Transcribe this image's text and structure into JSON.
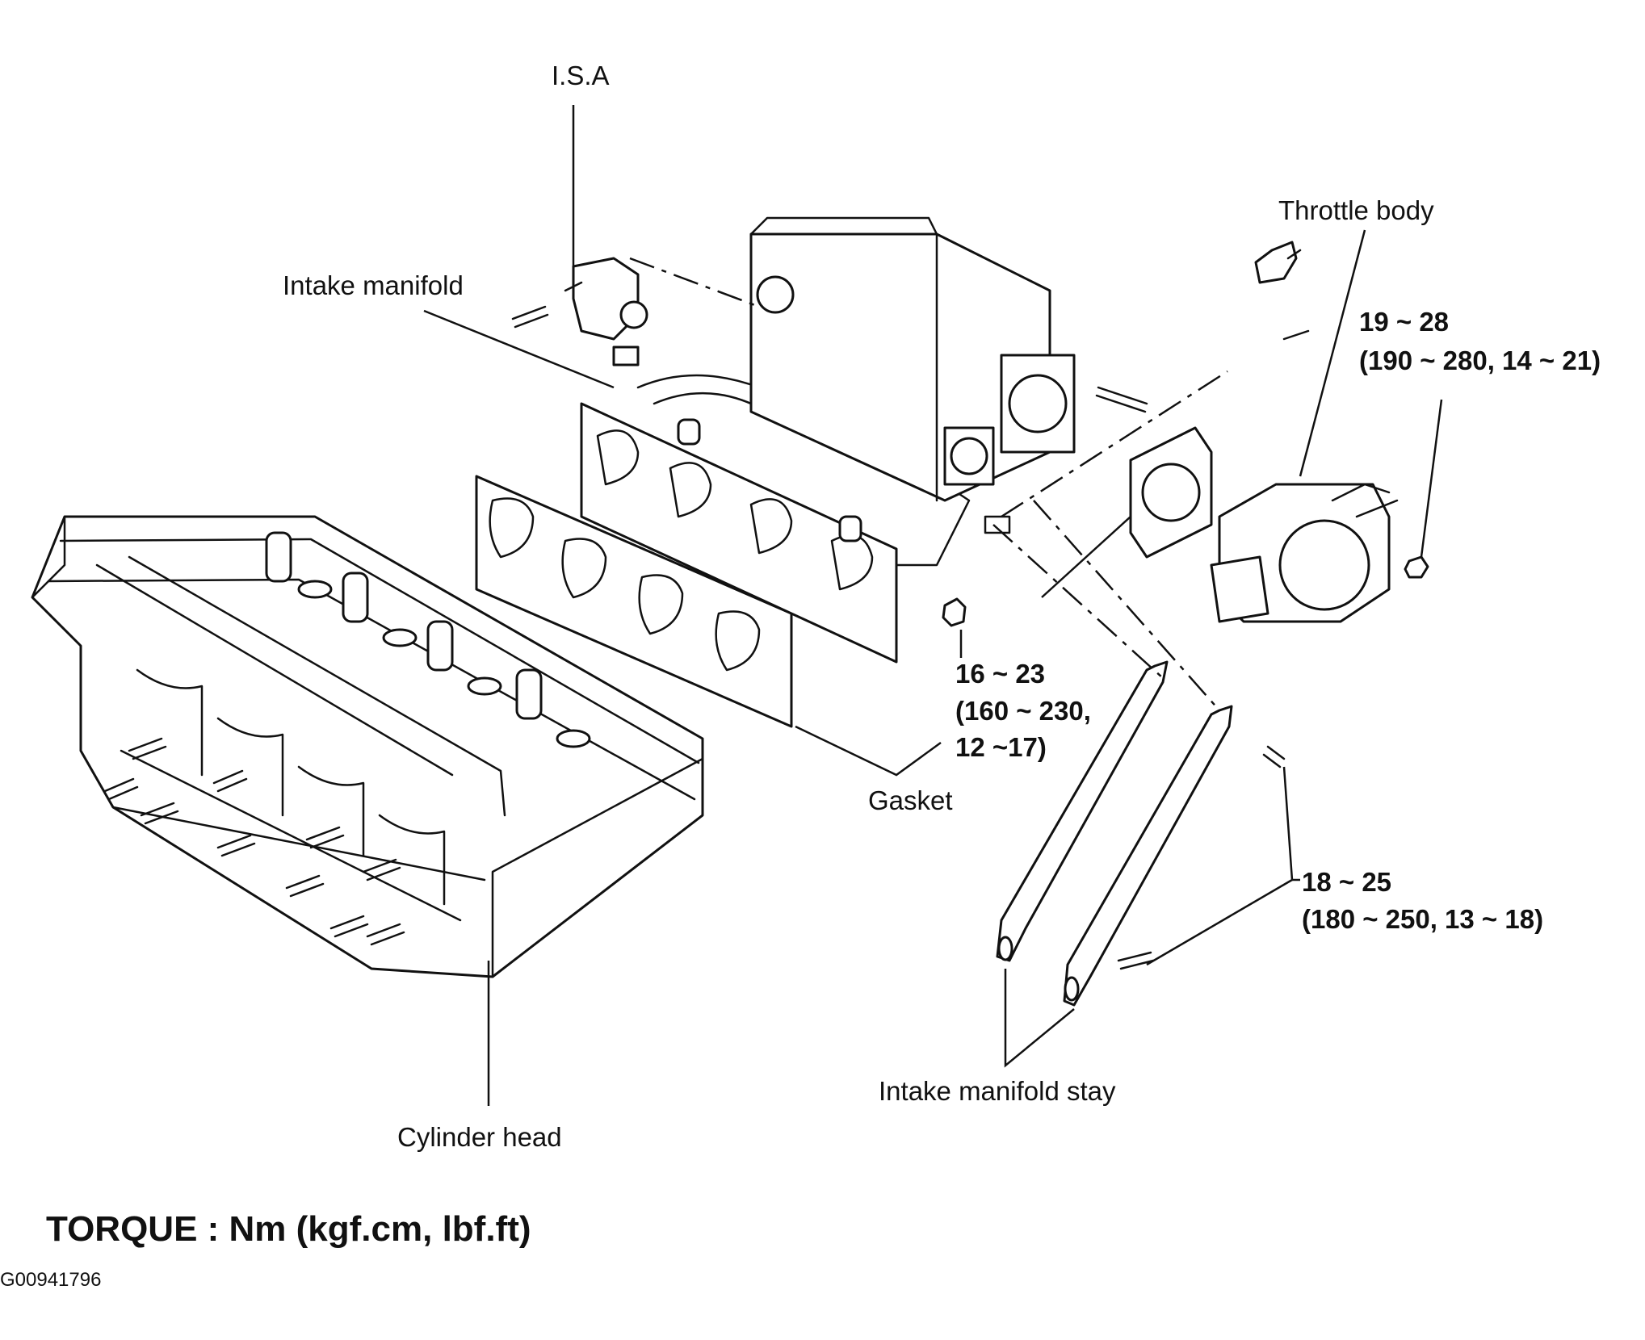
{
  "labels": {
    "isa": "I.S.A",
    "intake_manifold": "Intake manifold",
    "throttle_body": "Throttle body",
    "gasket": "Gasket",
    "cylinder_head": "Cylinder head",
    "intake_manifold_stay": "Intake manifold stay"
  },
  "torques": {
    "throttle_body": {
      "line1": "19 ~ 28",
      "line2": "(190 ~ 280, 14 ~ 21)"
    },
    "manifold_nut": {
      "line1": "16 ~ 23",
      "line2": "(160 ~ 230,",
      "line3": "12 ~17)"
    },
    "stay_bolt": {
      "line1": "18 ~ 25",
      "line2": "(180 ~ 250, 13 ~ 18)"
    }
  },
  "legend": "TORQUE : Nm (kgf.cm, lbf.ft)",
  "figure_code": "G00941796"
}
